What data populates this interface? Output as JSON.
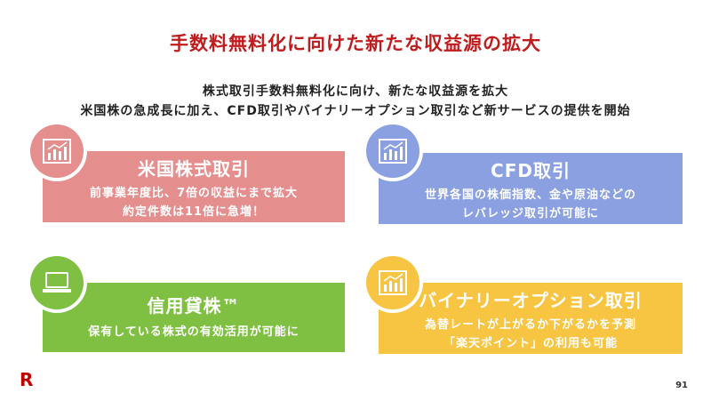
{
  "title": "手数料無料化に向けた新たな収益源の拡大",
  "subtitle": {
    "line1": "株式取引手数料無料化に向け、新たな収益源を拡大",
    "line2": "米国株の急成長に加え、CFD取引やバイナリーオプション取引など新サービスの提供を開始"
  },
  "cards": {
    "us_stock": {
      "title": "米国株式取引",
      "line1": "前事業年度比、7倍の収益にまで拡大",
      "line2": "約定件数は11倍に急増！",
      "color": "#e48e8e",
      "ring_color": "#e48e8e",
      "icon": "bar-chart-icon"
    },
    "cfd": {
      "title": "CFD取引",
      "line1": "世界各国の株価指数、金や原油などの",
      "line2": "レバレッジ取引が可能に",
      "color": "#8aa0e0",
      "ring_color": "#8aa0e0",
      "icon": "bar-chart-icon"
    },
    "margin": {
      "title": "信用貸株™",
      "line1": "保有している株式の有効活用が可能に",
      "color": "#7fc043",
      "ring_color": "#7fc043",
      "icon": "laptop-icon"
    },
    "binary": {
      "title": "バイナリーオプション取引",
      "line1": "為替レートが上がるか下がるかを予測",
      "line2": "「楽天ポイント」の利用も可能",
      "color": "#f7c541",
      "ring_color": "#f7c541",
      "icon": "bar-chart-icon"
    }
  },
  "logo_text": "R",
  "page_number": "91"
}
